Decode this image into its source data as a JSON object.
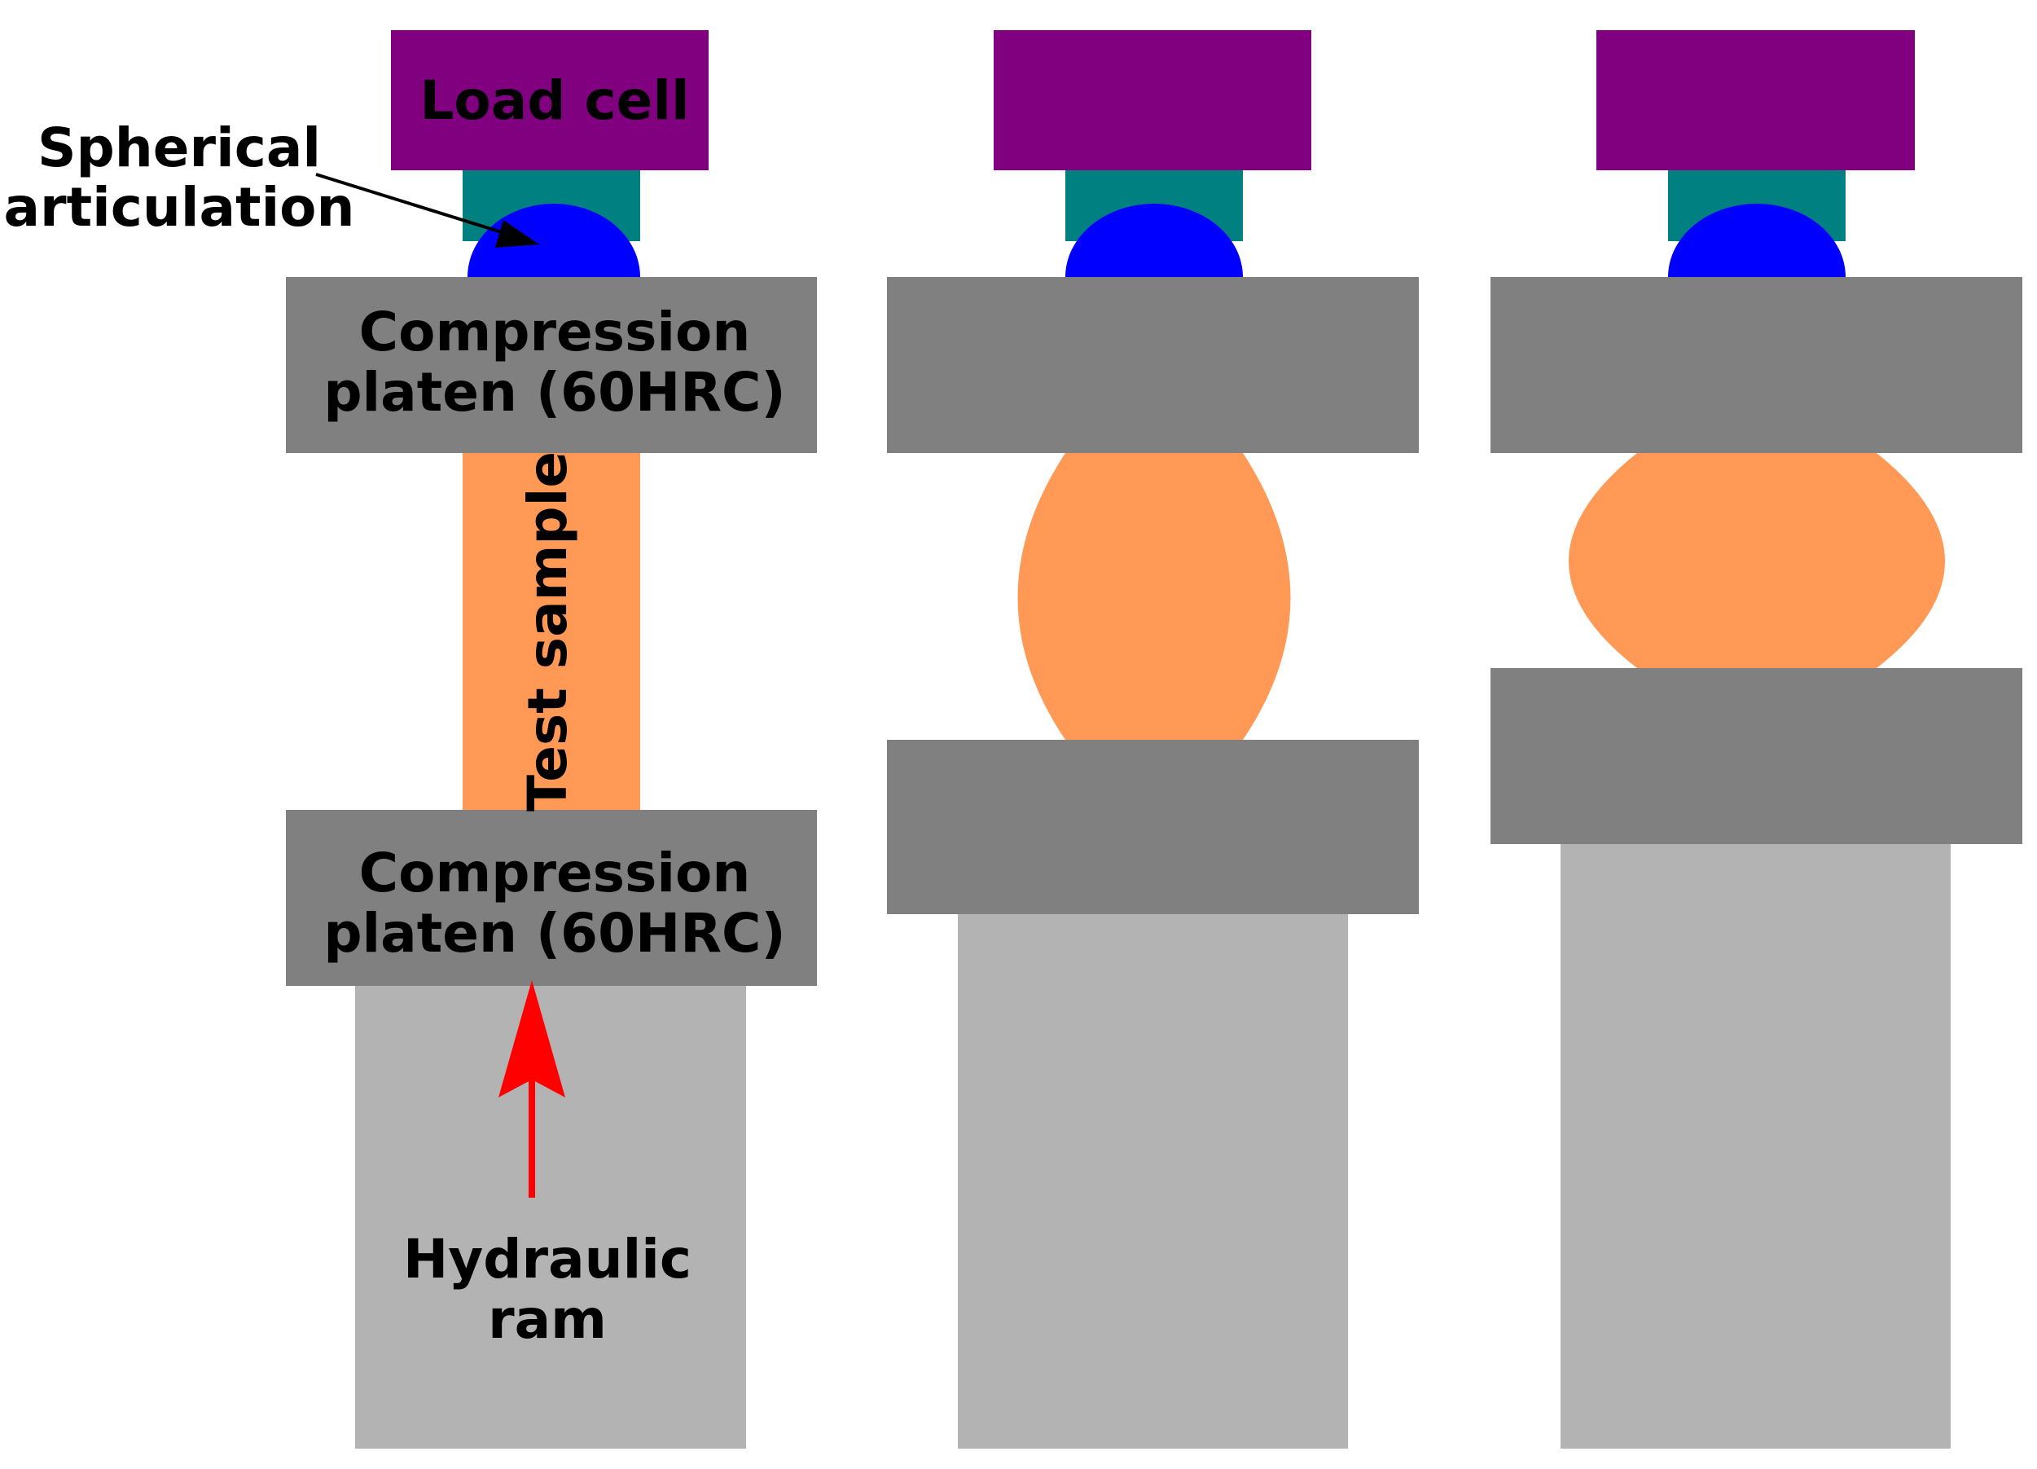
{
  "colors": {
    "load_cell": "#800080",
    "articulation_mount": "#008080",
    "spherical_articulation": "#0000FF",
    "compression_platen": "#808080",
    "test_sample": "#FF9955",
    "hydraulic_ram": "#B3B3B3",
    "arrow_red": "#FF0000",
    "label_text": "#000000"
  },
  "labels": {
    "load_cell": "Load cell",
    "spherical_line1": "Spherical",
    "spherical_line2": "articulation",
    "platen_top_line1": "Compression",
    "platen_top_line2": "platen (60HRC)",
    "platen_bottom_line1": "Compression",
    "platen_bottom_line2": "platen (60HRC)",
    "test_sample": "Test sample",
    "ram_line1": "Hydraulic",
    "ram_line2": "ram"
  },
  "stages": [
    {
      "sample_shape": "cylinder"
    },
    {
      "sample_shape": "barrel"
    },
    {
      "sample_shape": "compressed-barrel"
    }
  ]
}
